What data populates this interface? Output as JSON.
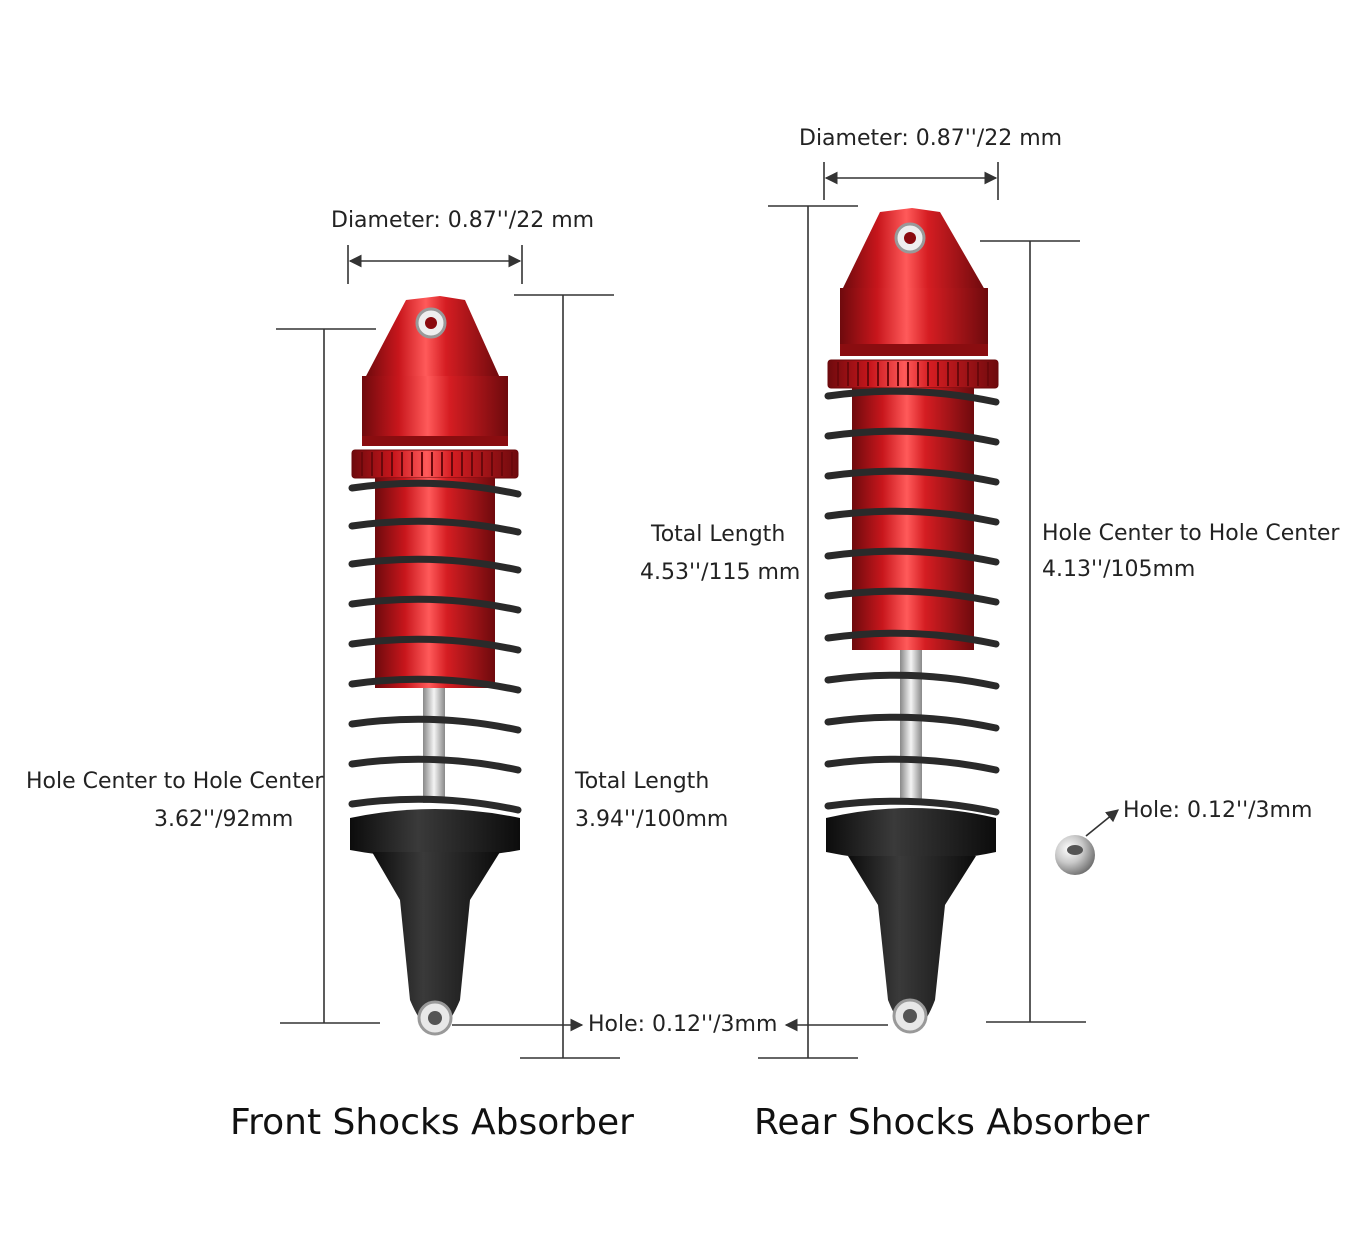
{
  "front": {
    "diameter_label": "Diameter: 0.87''/22 mm",
    "hole_center_title": "Hole Center to Hole Center",
    "hole_center_value": "3.62''/92mm",
    "total_length_title": "Total Length",
    "total_length_value": "3.94''/100mm",
    "caption": "Front Shocks Absorber"
  },
  "rear": {
    "diameter_label": "Diameter: 0.87''/22 mm",
    "total_length_title": "Total Length",
    "total_length_value": "4.53''/115 mm",
    "hole_center_title": "Hole Center to Hole Center",
    "hole_center_value": "4.13''/105mm",
    "caption": "Rear Shocks Absorber"
  },
  "shared_hole_label": "Hole: 0.12''/3mm",
  "ball_hole_label": "Hole: 0.12''/3mm",
  "colors": {
    "shock_body": "#c8161c",
    "shock_dark": "#7a0b0e",
    "spring": "#2a2a2a",
    "rubber": "#1c1c1c",
    "dimension_line": "#333333"
  }
}
